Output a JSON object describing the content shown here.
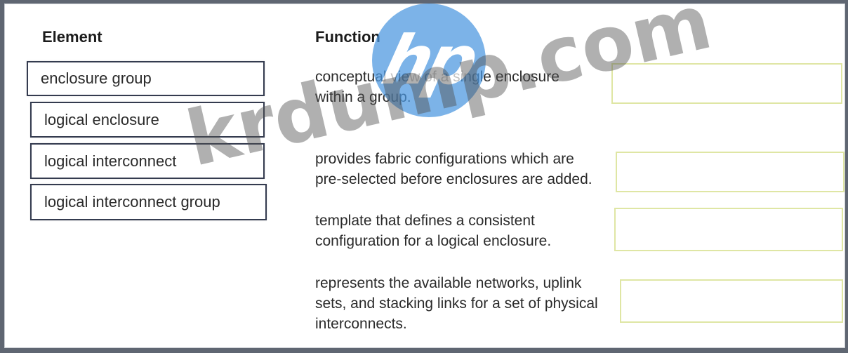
{
  "headings": {
    "element": "Element",
    "function": "Function"
  },
  "elements": [
    "enclosure group",
    "logical enclosure",
    "logical interconnect",
    "logical interconnect group"
  ],
  "functions": [
    [
      "conceptual view of a single enclosure",
      "within  a  group."
    ],
    [
      "provides fabric configurations which are",
      "pre-selected before enclosures are added."
    ],
    [
      "template that defines a consistent",
      "configuration for a logical enclosure."
    ],
    [
      "represents the available networks, uplink",
      "sets, and stacking links for a set of physical",
      "interconnects."
    ]
  ],
  "logo": {
    "text": "hp",
    "icon": "hp-logo-icon",
    "color": "#4a97e0"
  },
  "watermark": "krdump.com",
  "colors": {
    "element_border": "#343b4f",
    "drop_border": "#dfe6a4"
  }
}
